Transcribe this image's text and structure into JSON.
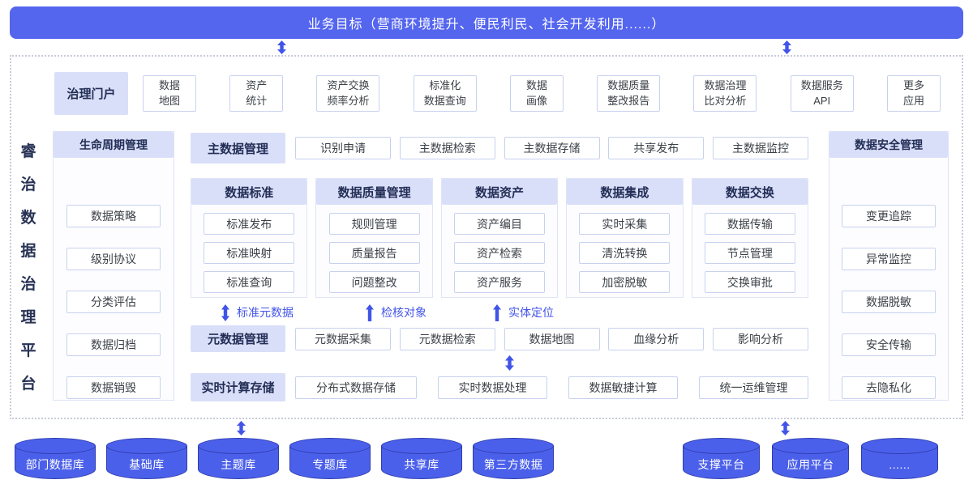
{
  "banner": {
    "text": "业务目标（营商环境提升、便民利民、社会开发利用......）"
  },
  "platform_title": {
    "text": "睿治数据治理平台",
    "chars": [
      "睿",
      "治",
      "数",
      "据",
      "治",
      "理",
      "平",
      "台"
    ]
  },
  "portal": {
    "title": "治理门户",
    "items": [
      "数据\n地图",
      "资产\n统计",
      "资产交换\n频率分析",
      "标准化\n数据查询",
      "数据\n画像",
      "数据质量\n整改报告",
      "数据治理\n比对分析",
      "数据服务\nAPI",
      "更多\n应用"
    ]
  },
  "lifecycle": {
    "title": "生命周期管理",
    "items": [
      "数据策略",
      "级别协议",
      "分类评估",
      "数据归档",
      "数据销毁"
    ]
  },
  "master_data": {
    "title": "主数据管理",
    "items": [
      "识别申请",
      "主数据检索",
      "主数据存储",
      "共享发布",
      "主数据监控"
    ]
  },
  "middle_columns": [
    {
      "title": "数据标准",
      "items": [
        "标准发布",
        "标准映射",
        "标准查询"
      ]
    },
    {
      "title": "数据质量管理",
      "items": [
        "规则管理",
        "质量报告",
        "问题整改"
      ]
    },
    {
      "title": "数据资产",
      "items": [
        "资产编目",
        "资产检索",
        "资产服务"
      ]
    },
    {
      "title": "数据集成",
      "items": [
        "实时采集",
        "清洗转换",
        "加密脱敏"
      ]
    },
    {
      "title": "数据交换",
      "items": [
        "数据传输",
        "节点管理",
        "交换审批"
      ]
    }
  ],
  "flow_labels": [
    {
      "label": "标准元数据",
      "arrow": "double"
    },
    {
      "label": "检核对象",
      "arrow": "up"
    },
    {
      "label": "实体定位",
      "arrow": "up"
    }
  ],
  "metadata": {
    "title": "元数据管理",
    "items": [
      "元数据采集",
      "元数据检索",
      "数据地图",
      "血缘分析",
      "影响分析"
    ]
  },
  "realtime": {
    "title": "实时计算存储",
    "items": [
      "分布式数据存储",
      "实时数据处理",
      "数据敏捷计算",
      "统一运维管理"
    ]
  },
  "security": {
    "title": "数据安全管理",
    "items": [
      "变更追踪",
      "异常监控",
      "数据脱敏",
      "安全传输",
      "去隐私化"
    ]
  },
  "datasources": {
    "left": [
      "部门数据库",
      "基础库",
      "主题库",
      "专题库",
      "共享库",
      "第三方数据"
    ],
    "right": [
      "支撑平台",
      "应用平台",
      "......"
    ]
  },
  "colors": {
    "banner_blue": "#5465ee",
    "cylinder_blue": "#4b60ea",
    "cylinder_stroke": "#2e3cae",
    "header_light_blue": "#d9dff8",
    "header_text": "#232e56",
    "cell_border": "#c8d2ef",
    "cell_text": "#3c4148",
    "arrow_blue": "#4154e8",
    "flow_label_blue": "#4355e8",
    "frame_dot": "#c7ccd9"
  }
}
